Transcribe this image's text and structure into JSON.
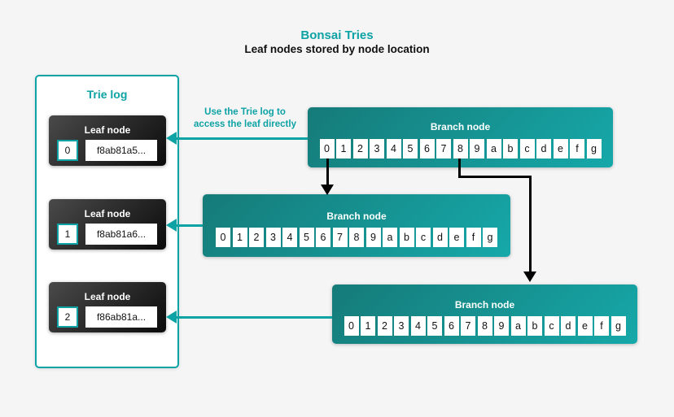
{
  "title": "Bonsai Tries",
  "subtitle": "Leaf nodes stored by node location",
  "annotation": "Use the Trie log to\naccess the leaf directly",
  "colors": {
    "accent": "#0da2a4",
    "background": "#f5f5f6",
    "branch_gradient_start": "#157b79",
    "branch_gradient_end": "#16a8a9",
    "leaf_gradient_start": "#4a4a4a",
    "leaf_gradient_end": "#0b0b0b"
  },
  "trie_log": {
    "title": "Trie log",
    "leaves": [
      {
        "label": "Leaf node",
        "index": "0",
        "hash": "f8ab81a5..."
      },
      {
        "label": "Leaf node",
        "index": "1",
        "hash": "f8ab81a6..."
      },
      {
        "label": "Leaf node",
        "index": "2",
        "hash": "f86ab81a..."
      }
    ]
  },
  "branches": [
    {
      "label": "Branch node",
      "cells": [
        "0",
        "1",
        "2",
        "3",
        "4",
        "5",
        "6",
        "7",
        "8",
        "9",
        "a",
        "b",
        "c",
        "d",
        "e",
        "f",
        "g"
      ]
    },
    {
      "label": "Branch node",
      "cells": [
        "0",
        "1",
        "2",
        "3",
        "4",
        "5",
        "6",
        "7",
        "8",
        "9",
        "a",
        "b",
        "c",
        "d",
        "e",
        "f",
        "g"
      ]
    },
    {
      "label": "Branch node",
      "cells": [
        "0",
        "1",
        "2",
        "3",
        "4",
        "5",
        "6",
        "7",
        "8",
        "9",
        "a",
        "b",
        "c",
        "d",
        "e",
        "f",
        "g"
      ]
    }
  ]
}
